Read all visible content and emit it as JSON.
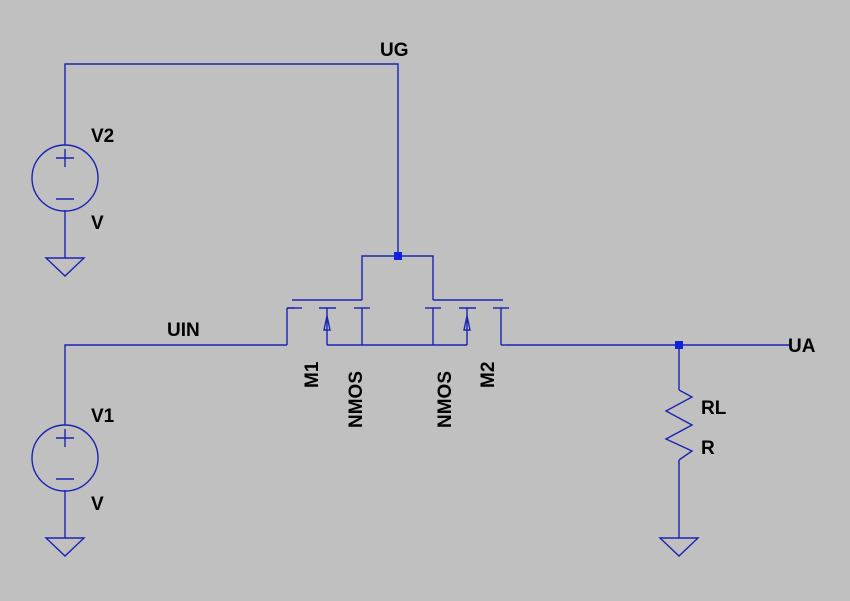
{
  "colors": {
    "background": "#c0c0c0",
    "wire": "#1a24b0",
    "junction": "#1020e0",
    "label": "#000000"
  },
  "nets": {
    "ug": "UG",
    "uin": "UIN",
    "ua": "UA"
  },
  "components": {
    "v2": {
      "name": "V2",
      "value": "V"
    },
    "v1": {
      "name": "V1",
      "value": "V"
    },
    "m1": {
      "name": "M1",
      "model": "NMOS"
    },
    "m2": {
      "name": "M2",
      "model": "NMOS"
    },
    "rl": {
      "name": "RL",
      "value": "R"
    }
  },
  "symbols": {
    "plus": "+",
    "minus": "−"
  }
}
